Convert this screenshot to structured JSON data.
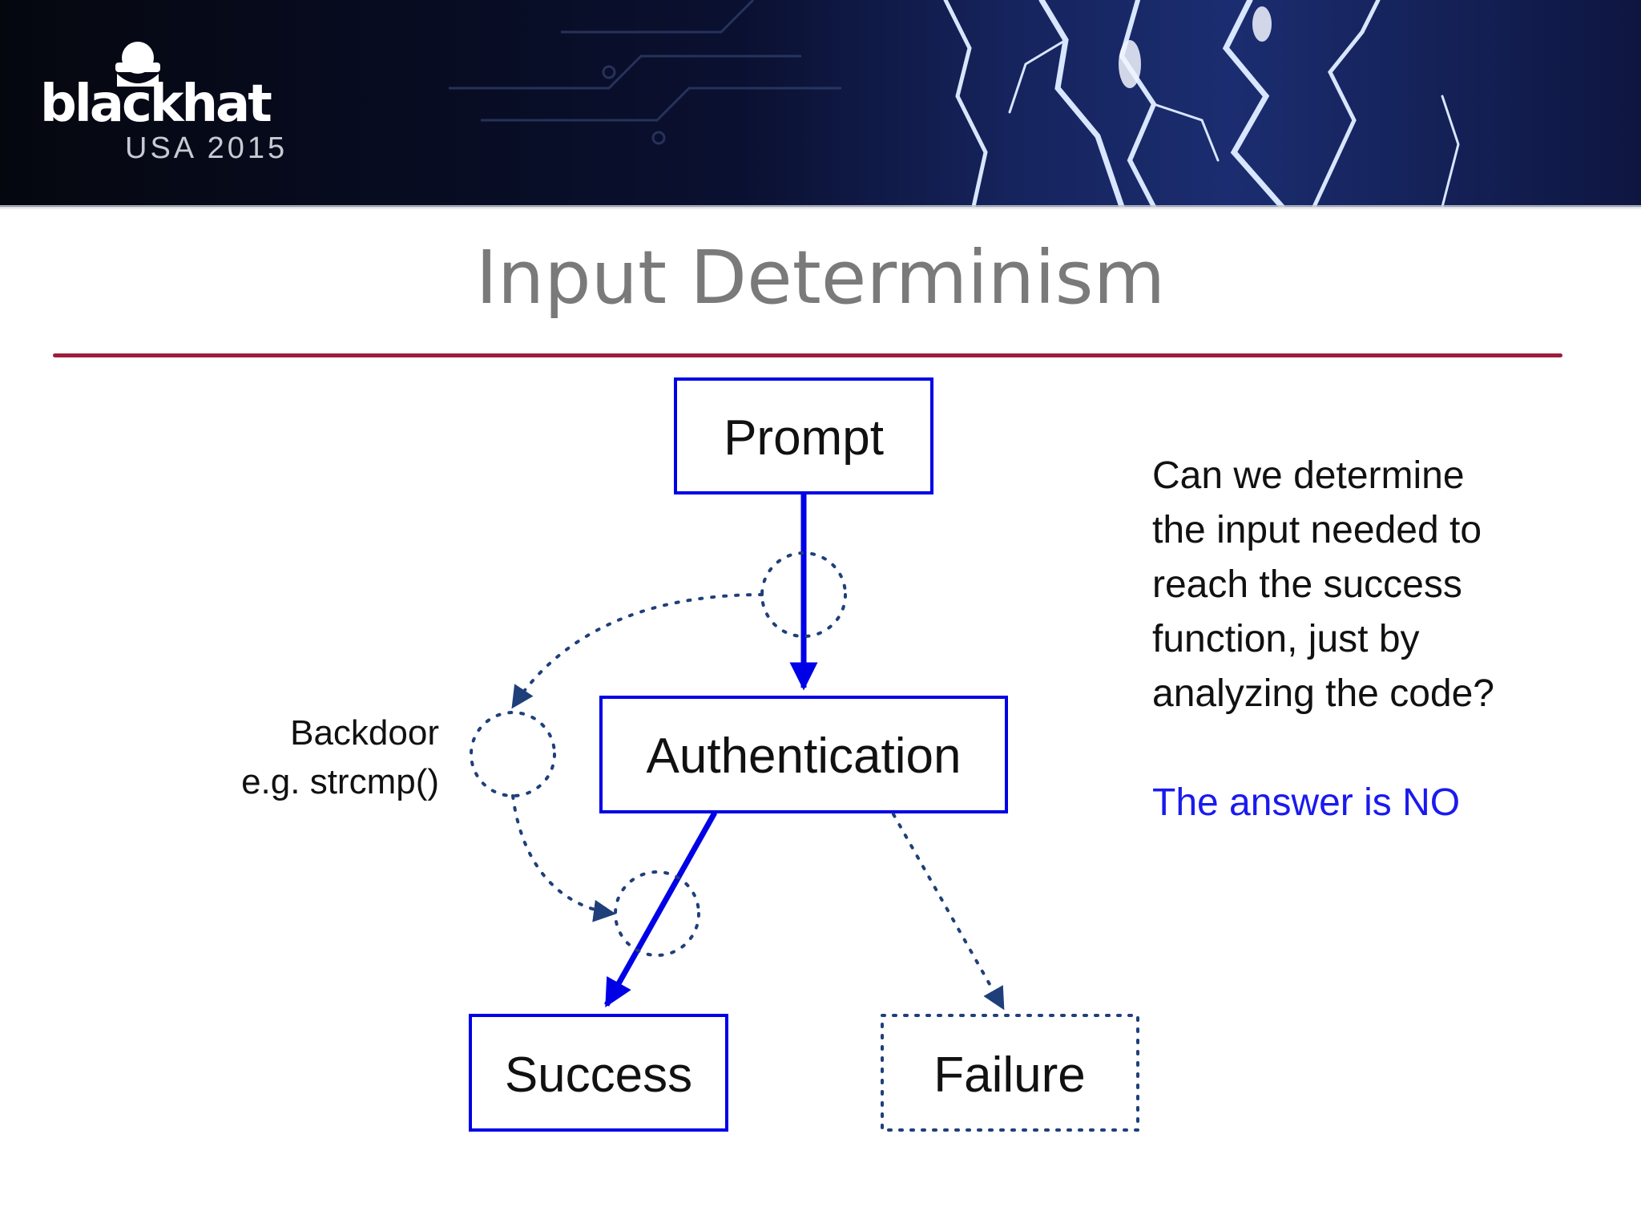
{
  "header": {
    "logo_word": "blackhat",
    "logo_subtitle": "USA 2015"
  },
  "slide": {
    "title": "Input Determinism"
  },
  "diagram": {
    "nodes": {
      "prompt": "Prompt",
      "authentication": "Authentication",
      "success": "Success",
      "failure": "Failure"
    },
    "backdoor_label_line1": "Backdoor",
    "backdoor_label_line2": "e.g. strcmp()"
  },
  "sidebar_text": {
    "question": "Can we determine\nthe input needed to\nreach the success\nfunction, just by\nanalyzing the code?",
    "answer": "The answer is NO"
  },
  "colors": {
    "flow_blue": "#0000e6",
    "dotted_navy": "#1f3f7a",
    "rule_red": "#9e1c3c",
    "answer_blue": "#1a1aee",
    "title_gray": "#7a7a7a"
  }
}
